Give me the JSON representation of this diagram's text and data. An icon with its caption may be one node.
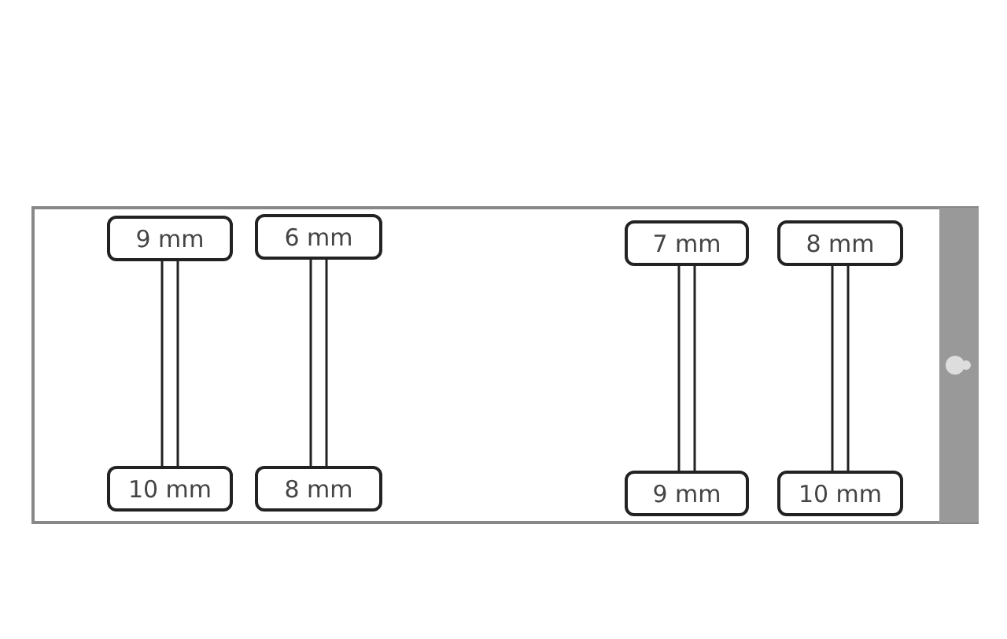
{
  "diagram": {
    "nodes": [
      {
        "text": [
          "9 mm"
        ]
      },
      {
        "text": [
          "6 mm"
        ]
      },
      {
        "text": [
          "7 mm"
        ]
      },
      {
        "text": [
          "8 mm"
        ]
      },
      {
        "text": [
          "10 mm"
        ]
      },
      {
        "text": [
          "8 mm"
        ]
      },
      {
        "text": [
          "9 mm"
        ]
      },
      {
        "text": [
          "10 mm"
        ]
      }
    ],
    "edges": [
      {
        "from": 0,
        "to": 4,
        "arrow": "none"
      },
      {
        "from": 1,
        "to": 5,
        "arrow": "none"
      },
      {
        "from": 2,
        "to": 6,
        "arrow": "none"
      },
      {
        "from": 3,
        "to": 7,
        "arrow": "none"
      }
    ]
  }
}
